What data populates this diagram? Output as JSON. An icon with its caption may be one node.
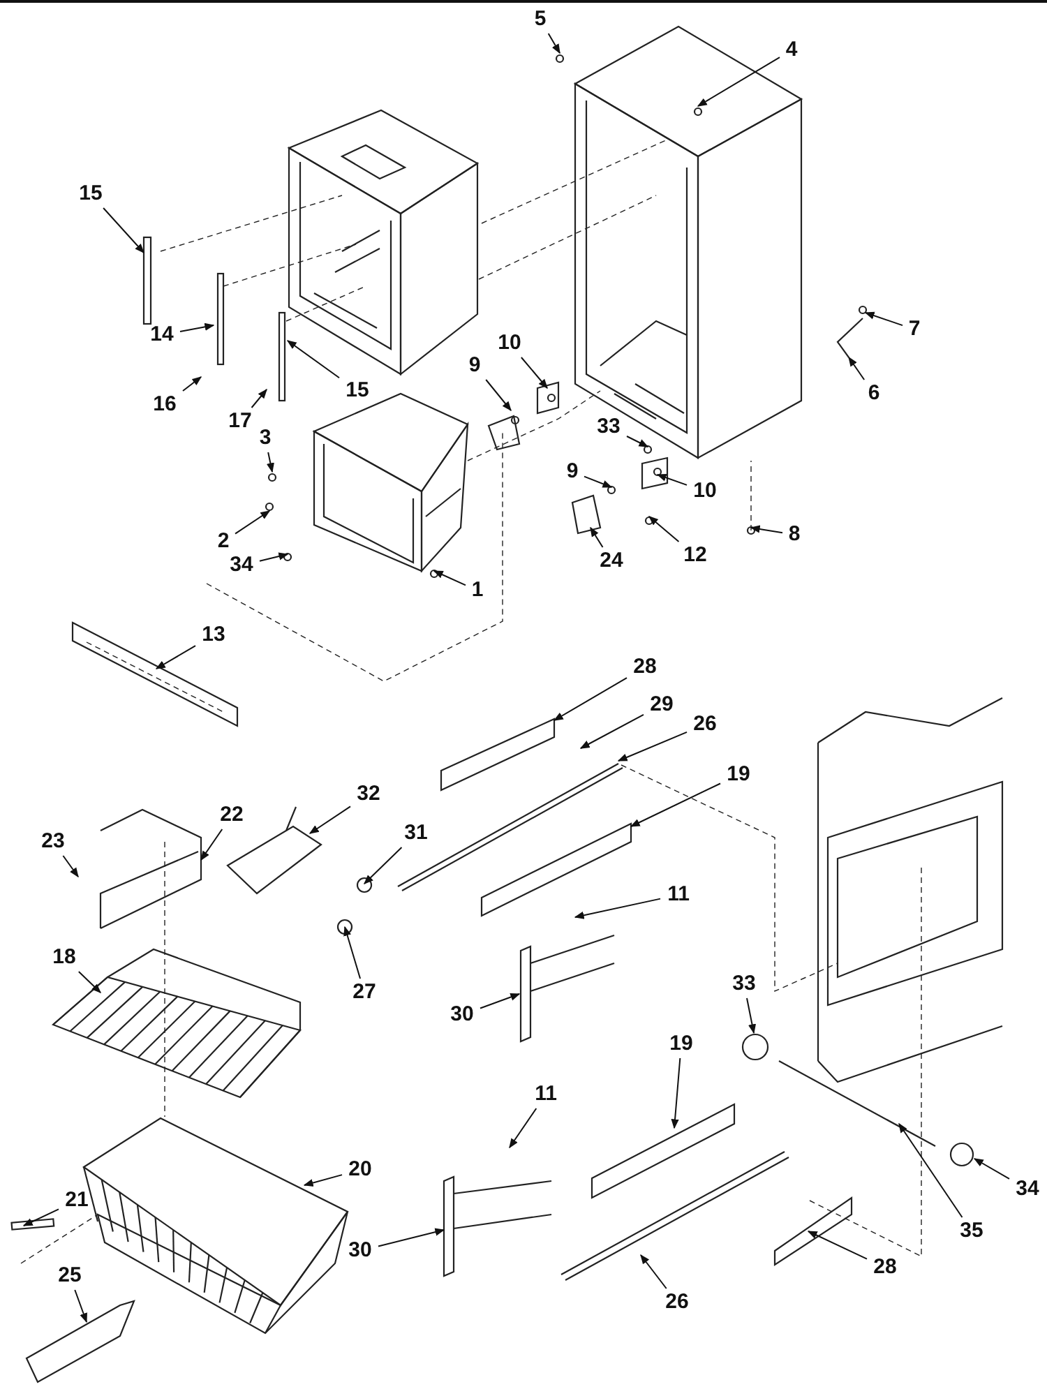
{
  "diagram": {
    "nodes": [
      {
        "text": [
          "5"
        ]
      },
      {
        "text": [
          "4"
        ]
      },
      {
        "text": [
          "15"
        ]
      },
      {
        "text": [
          "7"
        ]
      },
      {
        "text": [
          "10"
        ]
      },
      {
        "text": [
          "14"
        ]
      },
      {
        "text": [
          "9"
        ]
      },
      {
        "text": [
          "15"
        ]
      },
      {
        "text": [
          "6"
        ]
      },
      {
        "text": [
          "16"
        ]
      },
      {
        "text": [
          "17"
        ]
      },
      {
        "text": [
          "3"
        ]
      },
      {
        "text": [
          "33"
        ]
      },
      {
        "text": [
          "9"
        ]
      },
      {
        "text": [
          "10"
        ]
      },
      {
        "text": [
          "2"
        ]
      },
      {
        "text": [
          "8"
        ]
      },
      {
        "text": [
          "12"
        ]
      },
      {
        "text": [
          "34"
        ]
      },
      {
        "text": [
          "24"
        ]
      },
      {
        "text": [
          "1"
        ]
      },
      {
        "text": [
          "13"
        ]
      },
      {
        "text": [
          "28"
        ]
      },
      {
        "text": [
          "29"
        ]
      },
      {
        "text": [
          "26"
        ]
      },
      {
        "text": [
          "19"
        ]
      },
      {
        "text": [
          "32"
        ]
      },
      {
        "text": [
          "22"
        ]
      },
      {
        "text": [
          "31"
        ]
      },
      {
        "text": [
          "23"
        ]
      },
      {
        "text": [
          "11"
        ]
      },
      {
        "text": [
          "18"
        ]
      },
      {
        "text": [
          "33"
        ]
      },
      {
        "text": [
          "27"
        ]
      },
      {
        "text": [
          "30"
        ]
      },
      {
        "text": [
          "19"
        ]
      },
      {
        "text": [
          "11"
        ]
      },
      {
        "text": [
          "20"
        ]
      },
      {
        "text": [
          "34"
        ]
      },
      {
        "text": [
          "21"
        ]
      },
      {
        "text": [
          "35"
        ]
      },
      {
        "text": [
          "30"
        ]
      },
      {
        "text": [
          "28"
        ]
      },
      {
        "text": [
          "25"
        ]
      },
      {
        "text": [
          "26"
        ]
      }
    ],
    "edges": [
      {
        "from": 0,
        "to": null,
        "arrow": "to"
      },
      {
        "from": 1,
        "to": null,
        "arrow": "to"
      },
      {
        "from": 2,
        "to": null,
        "arrow": "to"
      },
      {
        "from": 3,
        "to": null,
        "arrow": "to"
      },
      {
        "from": 4,
        "to": null,
        "arrow": "to"
      },
      {
        "from": 5,
        "to": null,
        "arrow": "to"
      },
      {
        "from": 6,
        "to": null,
        "arrow": "to"
      },
      {
        "from": 7,
        "to": null,
        "arrow": "to"
      },
      {
        "from": 8,
        "to": null,
        "arrow": "to"
      },
      {
        "from": 9,
        "to": null,
        "arrow": "to"
      },
      {
        "from": 10,
        "to": null,
        "arrow": "to"
      },
      {
        "from": 11,
        "to": null,
        "arrow": "to"
      },
      {
        "from": 12,
        "to": null,
        "arrow": "to"
      },
      {
        "from": 13,
        "to": null,
        "arrow": "to"
      },
      {
        "from": 14,
        "to": null,
        "arrow": "to"
      },
      {
        "from": 15,
        "to": null,
        "arrow": "to"
      },
      {
        "from": 16,
        "to": null,
        "arrow": "to"
      },
      {
        "from": 17,
        "to": null,
        "arrow": "to"
      },
      {
        "from": 18,
        "to": null,
        "arrow": "to"
      },
      {
        "from": 19,
        "to": null,
        "arrow": "to"
      },
      {
        "from": 20,
        "to": null,
        "arrow": "to"
      },
      {
        "from": 21,
        "to": null,
        "arrow": "to"
      },
      {
        "from": 22,
        "to": null,
        "arrow": "to"
      },
      {
        "from": 23,
        "to": null,
        "arrow": "to"
      },
      {
        "from": 24,
        "to": null,
        "arrow": "to"
      },
      {
        "from": 25,
        "to": null,
        "arrow": "to"
      },
      {
        "from": 26,
        "to": null,
        "arrow": "to"
      },
      {
        "from": 27,
        "to": null,
        "arrow": "to"
      },
      {
        "from": 28,
        "to": null,
        "arrow": "to"
      },
      {
        "from": 29,
        "to": null,
        "arrow": "to"
      },
      {
        "from": 30,
        "to": null,
        "arrow": "to"
      },
      {
        "from": 31,
        "to": null,
        "arrow": "to"
      },
      {
        "from": 32,
        "to": null,
        "arrow": "to"
      },
      {
        "from": 33,
        "to": null,
        "arrow": "to"
      },
      {
        "from": 34,
        "to": null,
        "arrow": "to"
      },
      {
        "from": 35,
        "to": null,
        "arrow": "to"
      },
      {
        "from": 36,
        "to": null,
        "arrow": "to"
      },
      {
        "from": 37,
        "to": null,
        "arrow": "to"
      },
      {
        "from": 38,
        "to": null,
        "arrow": "to"
      },
      {
        "from": 39,
        "to": null,
        "arrow": "to"
      },
      {
        "from": 40,
        "to": null,
        "arrow": "to"
      },
      {
        "from": 41,
        "to": null,
        "arrow": "to"
      },
      {
        "from": 42,
        "to": null,
        "arrow": "to"
      },
      {
        "from": 43,
        "to": null,
        "arrow": "to"
      },
      {
        "from": 44,
        "to": null,
        "arrow": "to"
      }
    ]
  }
}
